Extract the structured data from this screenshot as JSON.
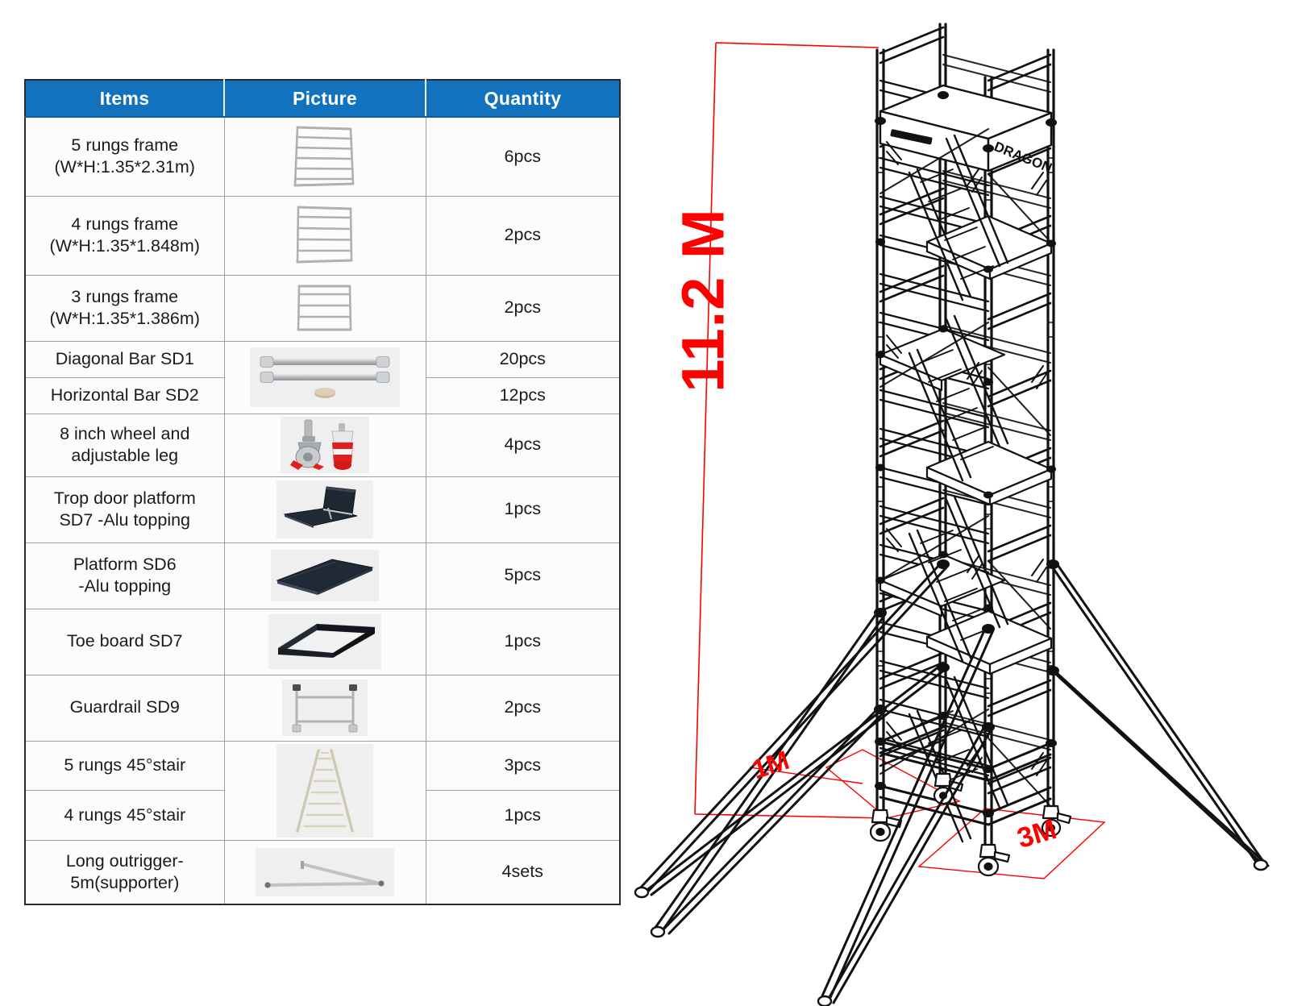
{
  "table": {
    "columns": [
      "Items",
      "Picture",
      "Quantity"
    ],
    "accent_color": "#1272bd",
    "header_text_color": "#ffffff",
    "rows": [
      {
        "item_lines": [
          "5 rungs frame",
          "(W*H:1.35*2.31m)"
        ],
        "quantity": "6pcs",
        "picture": "frame-5-rungs"
      },
      {
        "item_lines": [
          "4 rungs frame",
          "(W*H:1.35*1.848m)"
        ],
        "quantity": "2pcs",
        "picture": "frame-4-rungs"
      },
      {
        "item_lines": [
          "3 rungs frame",
          "(W*H:1.35*1.386m)"
        ],
        "quantity": "2pcs",
        "picture": "frame-3-rungs"
      },
      {
        "item_lines": [
          "Diagonal Bar SD1"
        ],
        "quantity": "20pcs",
        "picture": "bars-photo"
      },
      {
        "item_lines": [
          "Horizontal Bar SD2"
        ],
        "quantity": "12pcs",
        "picture": "bars-photo-merged"
      },
      {
        "item_lines": [
          "8 inch wheel and",
          "adjustable leg"
        ],
        "quantity": "4pcs",
        "picture": "wheel-leg-photo"
      },
      {
        "item_lines": [
          "Trop door platform",
          "SD7 -Alu topping"
        ],
        "quantity": "1pcs",
        "picture": "trapdoor-platform-photo"
      },
      {
        "item_lines": [
          "Platform SD6",
          "-Alu topping"
        ],
        "quantity": "5pcs",
        "picture": "platform-photo"
      },
      {
        "item_lines": [
          "Toe board SD7"
        ],
        "quantity": "1pcs",
        "picture": "toeboard-photo"
      },
      {
        "item_lines": [
          "Guardrail SD9"
        ],
        "quantity": "2pcs",
        "picture": "guardrail-photo"
      },
      {
        "item_lines": [
          "5 rungs 45°stair"
        ],
        "quantity": "3pcs",
        "picture": "stair-photo"
      },
      {
        "item_lines": [
          "4 rungs 45°stair"
        ],
        "quantity": "1pcs",
        "picture": "stair-photo-merged"
      },
      {
        "item_lines": [
          "Long outrigger-",
          "5m(supporter)"
        ],
        "quantity": "4sets",
        "picture": "outrigger-photo"
      }
    ]
  },
  "drawing": {
    "brand_label": "DRAGON",
    "dimension_color": "#fe0000",
    "height_label": "11.2 M",
    "base_width_label": "1M",
    "base_depth_label": "3M"
  }
}
